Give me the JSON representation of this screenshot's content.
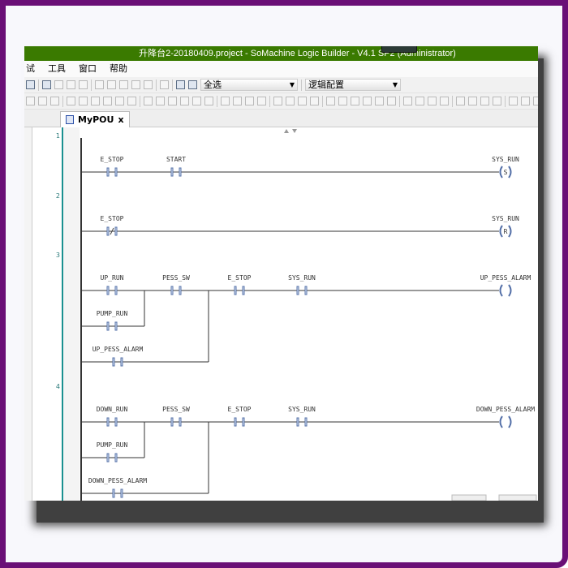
{
  "window": {
    "title": "升降台2-20180409.project - SoMachine Logic Builder - V4.1 SP2 (Administrator)"
  },
  "menu": [
    "试",
    "工具",
    "窗口",
    "帮助"
  ],
  "toolbar": {
    "combo1": "全选",
    "combo2": "逻辑配置"
  },
  "tab": {
    "label": "MyPOU",
    "close": "x"
  },
  "rungs": [
    {
      "number": "1",
      "contacts": [
        {
          "label": "E_STOP",
          "type": "NO"
        },
        {
          "label": "START",
          "type": "NO"
        }
      ],
      "coil": {
        "label": "SYS_RUN",
        "type": "S"
      }
    },
    {
      "number": "2",
      "contacts": [
        {
          "label": "E_STOP",
          "type": "NC"
        }
      ],
      "coil": {
        "label": "SYS_RUN",
        "type": "R"
      }
    },
    {
      "number": "3",
      "contacts": [
        {
          "label": "UP_RUN",
          "type": "NO"
        },
        {
          "label": "PUMP_RUN",
          "type": "NO"
        },
        {
          "label": "PESS_SW",
          "type": "NO"
        },
        {
          "label": "UP_PESS_ALARM",
          "type": "NO"
        },
        {
          "label": "E_STOP",
          "type": "NO"
        },
        {
          "label": "SYS_RUN",
          "type": "NO"
        }
      ],
      "coil": {
        "label": "UP_PESS_ALARM",
        "type": ""
      }
    },
    {
      "number": "4",
      "contacts": [
        {
          "label": "DOWN_RUN",
          "type": "NO"
        },
        {
          "label": "PUMP_RUN",
          "type": "NO"
        },
        {
          "label": "PESS_SW",
          "type": "NO"
        },
        {
          "label": "DOWN_PESS_ALARM",
          "type": "NO"
        },
        {
          "label": "E_STOP",
          "type": "NO"
        },
        {
          "label": "SYS_RUN",
          "type": "NO"
        }
      ],
      "coil": {
        "label": "DOWN_PESS_ALARM",
        "type": ""
      }
    }
  ],
  "colors": {
    "titlebar": "#3a7a00",
    "frame": "#6a0f76",
    "contact": "#5470a8"
  }
}
